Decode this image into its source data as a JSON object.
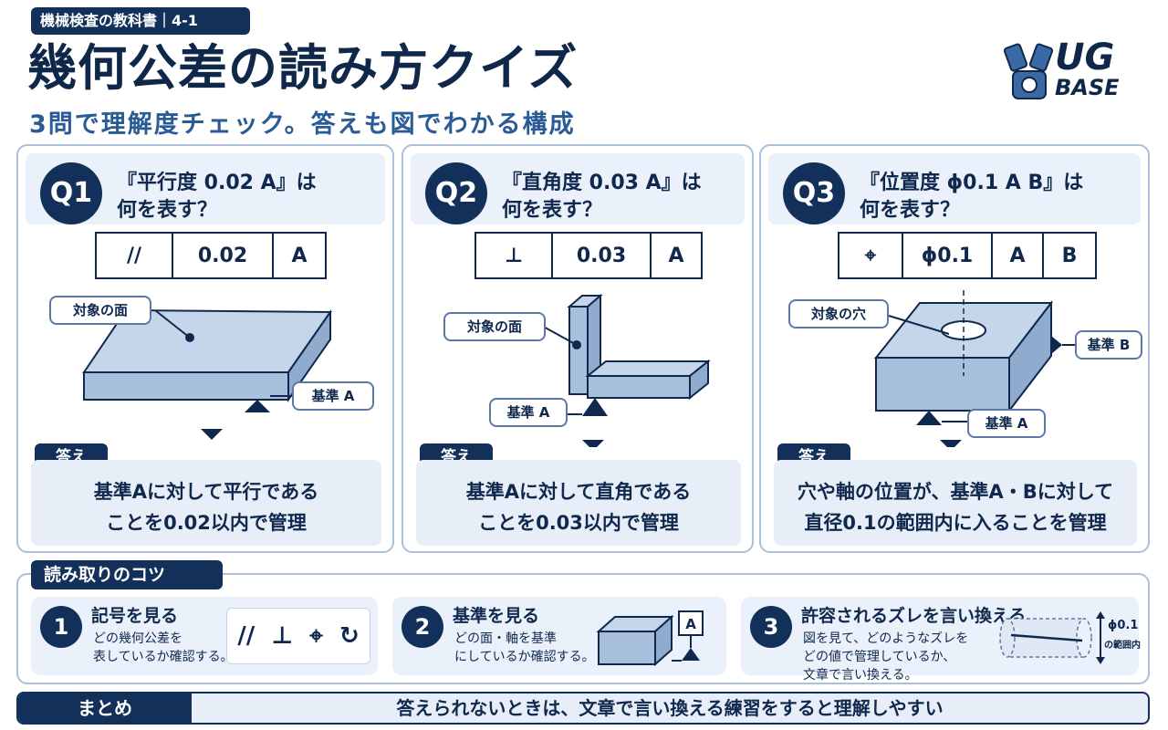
{
  "header": {
    "tag": "機械検査の教科書｜4-1",
    "title": "幾何公差の読み方クイズ",
    "subtitle": "3問で理解度チェック。答えも図でわかる構成",
    "logo_line1": "UG",
    "logo_line2": "BASE"
  },
  "answer_label": "答え",
  "questions": [
    {
      "badge": "Q1",
      "text": "『平行度 0.02 A』は\n何を表す？",
      "frame": [
        "//",
        "0.02",
        "A"
      ],
      "callouts": [
        "対象の面",
        "基準 A"
      ],
      "answer": "基準Aに対して平行である\nことを0.02以内で管理"
    },
    {
      "badge": "Q2",
      "text": "『直角度 0.03 A』は\n何を表す？",
      "frame": [
        "⊥",
        "0.03",
        "A"
      ],
      "callouts": [
        "対象の面",
        "基準 A"
      ],
      "answer": "基準Aに対して直角である\nことを0.03以内で管理"
    },
    {
      "badge": "Q3",
      "text": "『位置度 ϕ0.1 A B』は\n何を表す？",
      "frame": [
        "⌖",
        "ϕ0.1",
        "A",
        "B"
      ],
      "callouts": [
        "対象の穴",
        "基準 B",
        "基準 A"
      ],
      "answer": "穴や軸の位置が、基準A・Bに対して\n直径0.1の範囲内に入ることを管理"
    }
  ],
  "tips": {
    "label": "読み取りのコツ",
    "items": [
      {
        "num": "1",
        "title": "記号を見る",
        "desc": "どの幾何公差を\n表しているか確認する。",
        "symbols": "//  ⊥  ⌖  ↻"
      },
      {
        "num": "2",
        "title": "基準を見る",
        "desc": "どの面・軸を基準\nにしているか確認する。",
        "datum": "A"
      },
      {
        "num": "3",
        "title": "許容されるズレを言い換える",
        "desc": "図を見て、どのようなズレを\nどの値で管理しているか、\n文章で言い換える。",
        "value": "ϕ0.1",
        "value_note": "の範囲内"
      }
    ]
  },
  "summary": {
    "label": "まとめ",
    "text": "答えられないときは、文章で言い換える練習をすると理解しやすい"
  }
}
